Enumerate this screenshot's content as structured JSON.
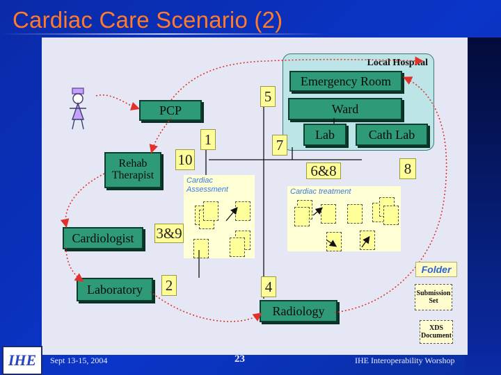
{
  "slide": {
    "title": "Cardiac Care Scenario (2)"
  },
  "hospital": {
    "label": "Local Hospital",
    "rooms": {
      "er": "Emergency Room",
      "ward": "Ward",
      "lab": "Lab",
      "cath": "Cath Lab"
    }
  },
  "actors": {
    "pcp": "PCP",
    "rehab": "Rehab\nTherapist",
    "cardiologist": "Cardiologist",
    "laboratory": "Laboratory",
    "radiology": "Radiology"
  },
  "steps": {
    "s1": "1",
    "s2": "2",
    "s3_9": "3&9",
    "s4": "4",
    "s5": "5",
    "s6_8": "6&8",
    "s7": "7",
    "s8": "8",
    "s10": "10"
  },
  "areas": {
    "assessment": "Cardiac\nAssessment",
    "treatment": "Cardiac treatment"
  },
  "legend": {
    "folder": "Folder",
    "submission": "Submission\nSet",
    "xds": "XDS\nDocument"
  },
  "footer": {
    "date": "Sept 13-15, 2004",
    "page": "23",
    "event": "IHE Interoperability Worshop",
    "logo": "IHE"
  },
  "colors": {
    "title": "#ff7b29",
    "box": "#2e9a78",
    "step": "#fffc9a",
    "arrow": "#e0322b"
  }
}
